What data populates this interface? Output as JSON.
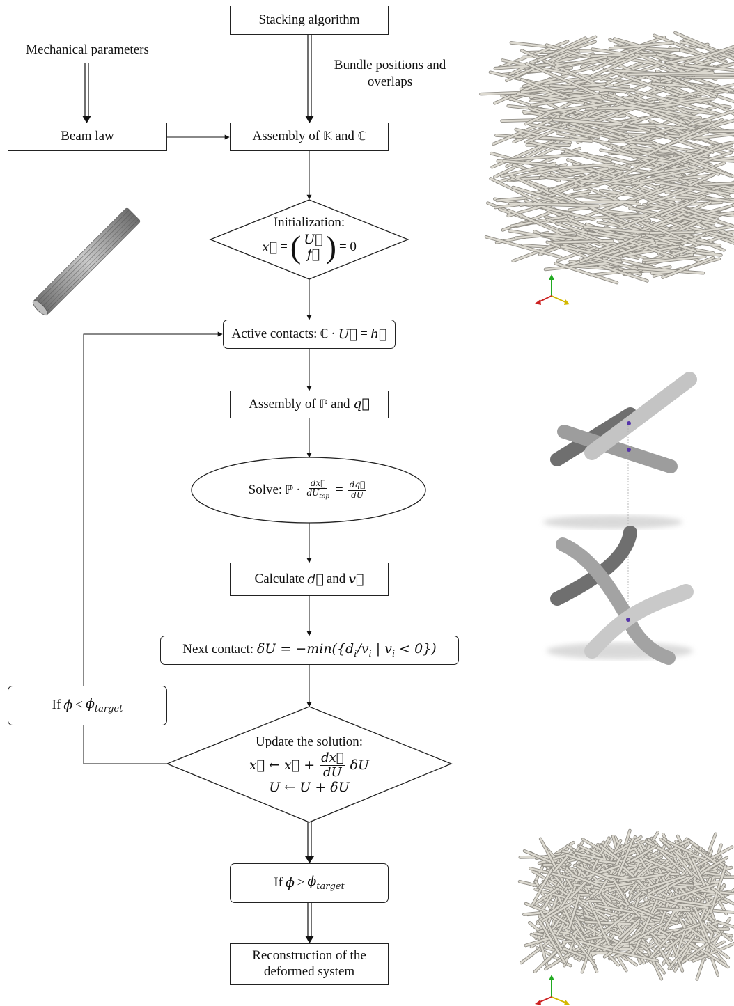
{
  "nodes": {
    "stacking": "Stacking algorithm",
    "mechanical": "Mechanical parameters",
    "bundle": "Bundle positions and overlaps",
    "beam_law": "Beam law",
    "assembly_kc": {
      "prefix": "Assembly of",
      "a": "𝕂",
      "and": "and",
      "b": "ℂ"
    },
    "init": {
      "title": "Initialization:",
      "x": "x⃗",
      "eq": "=",
      "u": "U⃗",
      "f": "f⃗",
      "zero": "= 0"
    },
    "active": {
      "prefix": "Active contacts:",
      "c": "ℂ",
      "dot": "·",
      "u": "U⃗",
      "eq": "=",
      "h": "h⃗"
    },
    "assembly_pq": {
      "prefix": "Assembly of",
      "p": "ℙ",
      "and": "and",
      "q": "q⃗"
    },
    "solve": {
      "prefix": "Solve:",
      "p": "ℙ",
      "dot": "·",
      "num1": "dx⃗",
      "den1": "dU",
      "den1_sub": "top",
      "eq": "=",
      "num2": "dq⃗",
      "den2": "dU"
    },
    "calculate": {
      "prefix": "Calculate",
      "d": "d⃗",
      "and": "and",
      "v": "v⃗"
    },
    "next_contact": {
      "prefix": "Next contact:",
      "expr": "δU = −min({d",
      "sub1": "i",
      "mid": "/v",
      "sub2": "i",
      "mid2": " | v",
      "sub3": "i",
      "tail": " < 0})"
    },
    "if_lt": {
      "if": "If",
      "phi": "ϕ",
      "op": "<",
      "phi2": "ϕ",
      "sub": "target"
    },
    "update": {
      "title": "Update the solution:",
      "l1_a": "x⃗ ← x⃗ +",
      "l1_num": "dx⃗",
      "l1_den": "dU",
      "l1_b": "δU",
      "l2": "U ← U + δU"
    },
    "if_ge": {
      "if": "If",
      "phi": "ϕ",
      "op": "≥",
      "phi2": "ϕ",
      "sub": "target"
    },
    "reconstruction": "Reconstruction of the deformed system"
  },
  "colors": {
    "line": "#222222",
    "rod_light": "#d8d5cc",
    "rod_edge": "#8f8c85",
    "tube": "#9a9a9a",
    "rod_dark": "#6f6f6f",
    "rod_mid": "#bdbdbd",
    "axis_y": "#22aa22",
    "axis_x": "#cc2222",
    "axis_z": "#d4b800",
    "contact_point": "#5533aa"
  }
}
